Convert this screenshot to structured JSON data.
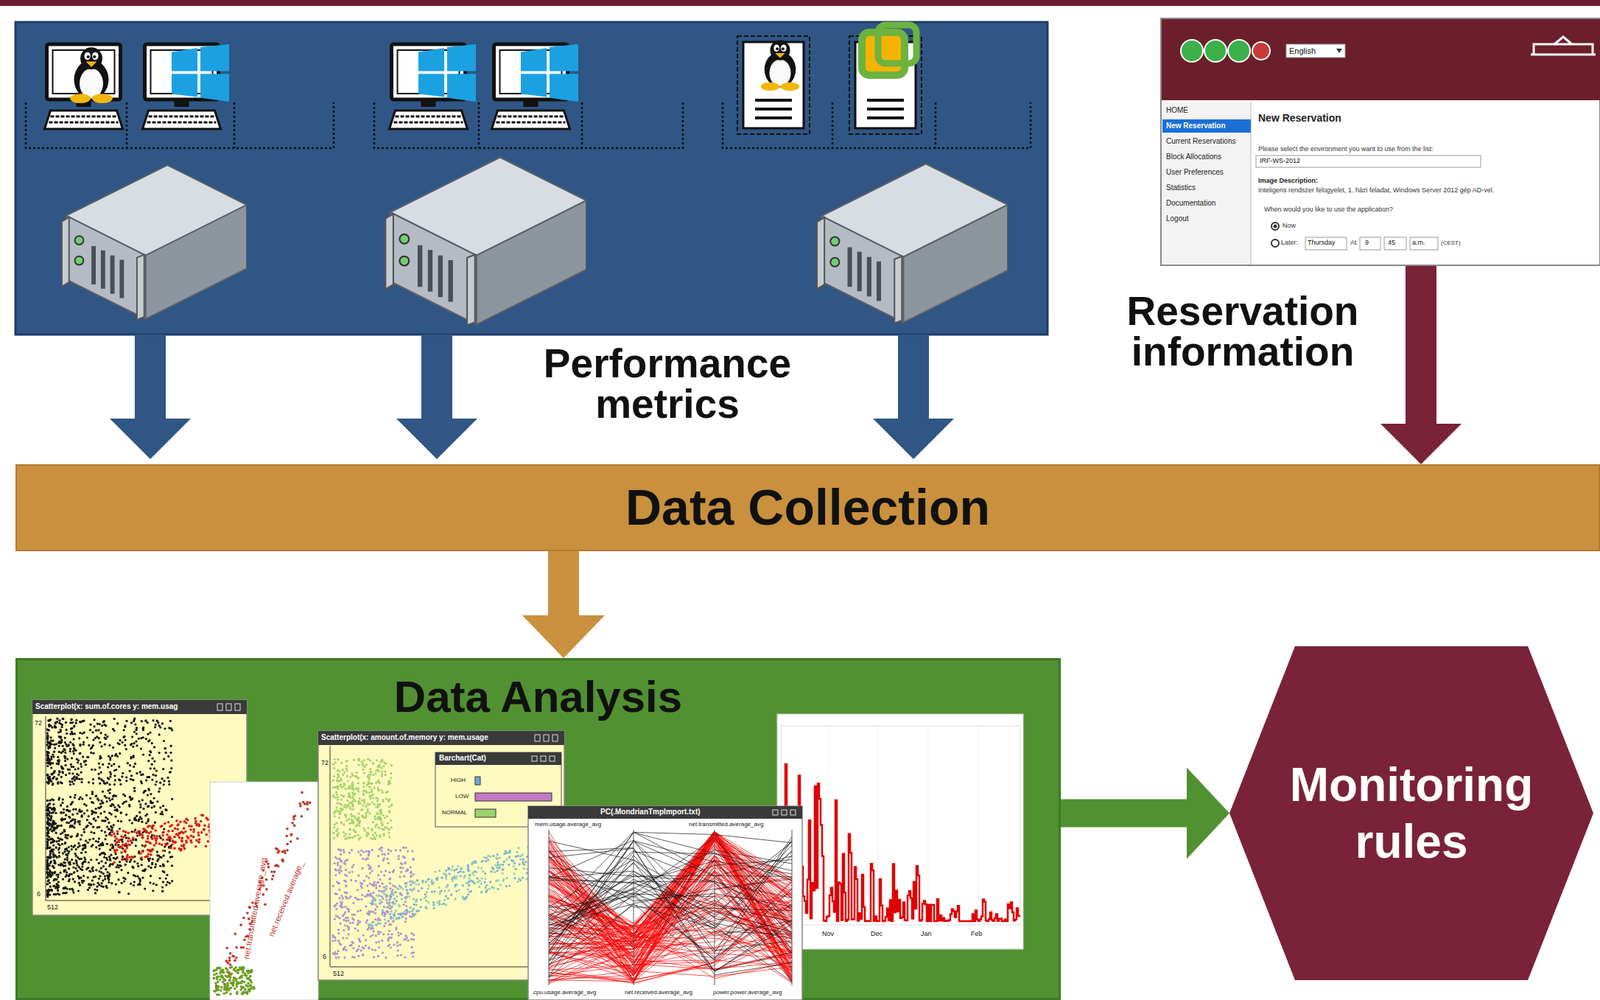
{
  "diagram": {
    "nodes": [
      {
        "text": [
          "Data Collection"
        ]
      },
      {
        "text": [
          "Data Analysis"
        ]
      },
      {
        "text": [
          "Monitoring rules"
        ]
      }
    ],
    "edges": [
      {
        "from": 0,
        "to": 1,
        "arrow": "to"
      },
      {
        "from": 1,
        "to": 2,
        "arrow": "to"
      }
    ],
    "labels": [
      "Performance metrics",
      "Reservation information",
      "English",
      "HOME",
      "New Reservation",
      "Current Reservations",
      "Block Allocations",
      "User Preferences",
      "Statistics",
      "Documentation",
      "Logout",
      "New Reservation",
      "Please select the environment you want to use from the list:",
      "IRF-WS-2012",
      "Image Description:",
      "Inteligens rendszer felügyelet, 1. házi feladat, Windows Server 2012 gép AD-vel.",
      "When would you like to use the application?",
      "Now",
      "Later:",
      "Thursday",
      "At",
      "9",
      "45",
      "a.m.",
      "(CEST)",
      "Scatterplot(x: sum.of.cores y: mem.usag",
      "72",
      "6",
      "512",
      "net.transmitted.average_avg",
      "net.received.average_",
      "Scatterplot(x: amount.of.memory y: mem.usage",
      "72",
      "6",
      "512",
      "Barchart(Cat)",
      "HIGH",
      "LOW",
      "NORMAL",
      "PC(.MondrianTmpImport.txt)",
      "mem.usage.average_avg",
      "net.transmitted.average_avg",
      "cpu.usage.average_avg",
      "net.received.average_avg",
      "power.power.average_avg",
      "Nov",
      "Dec",
      "Jan",
      "Feb"
    ]
  }
}
